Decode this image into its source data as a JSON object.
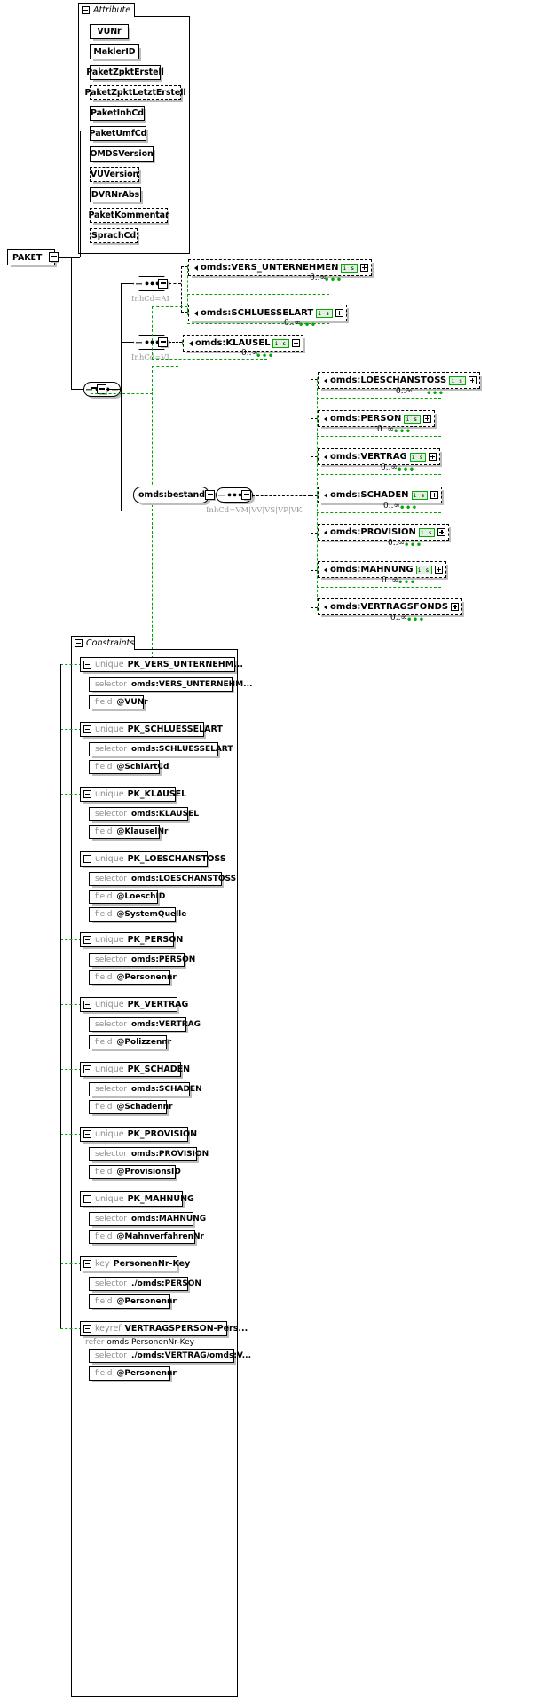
{
  "diagram": {
    "title": "PAKET",
    "root": {
      "label": "PAKET"
    },
    "attribute_frame": {
      "label": "Attribute",
      "toggle": "minus"
    },
    "attributes": [
      {
        "label": "VUNr",
        "required": true
      },
      {
        "label": "MaklerID",
        "required": true
      },
      {
        "label": "PaketZpktErstell",
        "required": true
      },
      {
        "label": "PaketZpktLetztErstell",
        "required": false
      },
      {
        "label": "PaketInhCd",
        "required": true
      },
      {
        "label": "PaketUmfCd",
        "required": true
      },
      {
        "label": "OMDSVersion",
        "required": true
      },
      {
        "label": "VUVersion",
        "required": false
      },
      {
        "label": "DVRNrAbs",
        "required": true
      },
      {
        "label": "PaketKommentar",
        "required": false
      },
      {
        "label": "SprachCd",
        "required": false
      }
    ],
    "branches": [
      {
        "compositor": "sequence",
        "condition": "InhCd=AI",
        "elements": [
          {
            "label": "omds:VERS_UNTERNEHMEN",
            "type_marker": "i s",
            "occurrence": "0..∞"
          },
          {
            "label": "omds:SCHLUESSELART",
            "type_marker": "i s",
            "occurrence": "0..∞"
          }
        ]
      },
      {
        "compositor": "sequence",
        "condition": "InhCd=VI",
        "elements": [
          {
            "label": "omds:KLAUSEL",
            "type_marker": "i s",
            "occurrence": "0..∞"
          }
        ]
      },
      {
        "compositor": "sequence",
        "group_label": "omds:bestand",
        "condition": "InhCd=VM|VV|VS|VP|VK",
        "elements": [
          {
            "label": "omds:LOESCHANSTOSS",
            "type_marker": "i s",
            "occurrence": "0..∞"
          },
          {
            "label": "omds:PERSON",
            "type_marker": "i s",
            "occurrence": "0..∞"
          },
          {
            "label": "omds:VERTRAG",
            "type_marker": "i s",
            "occurrence": "0..∞"
          },
          {
            "label": "omds:SCHADEN",
            "type_marker": "i s",
            "occurrence": "0..∞"
          },
          {
            "label": "omds:PROVISION",
            "type_marker": "i s",
            "occurrence": "0..∞"
          },
          {
            "label": "omds:MAHNUNG",
            "type_marker": "i s",
            "occurrence": "0..∞"
          },
          {
            "label": "omds:VERTRAGSFONDS",
            "type_marker": "i s",
            "occurrence": "0..∞"
          }
        ]
      }
    ],
    "choice": {
      "label": "choice",
      "toggle": "minus"
    },
    "constraints_frame": {
      "label": "Constraints",
      "toggle": "minus"
    },
    "constraints": [
      {
        "kind": "unique",
        "name": "PK_VERS_UNTERNEHM...",
        "rows": [
          {
            "kw": "selector",
            "val": "omds:VERS_UNTERNEHM..."
          },
          {
            "kw": "field",
            "val": "@VUNr"
          }
        ]
      },
      {
        "kind": "unique",
        "name": "PK_SCHLUESSELART",
        "rows": [
          {
            "kw": "selector",
            "val": "omds:SCHLUESSELART"
          },
          {
            "kw": "field",
            "val": "@SchlArtCd"
          }
        ]
      },
      {
        "kind": "unique",
        "name": "PK_KLAUSEL",
        "rows": [
          {
            "kw": "selector",
            "val": "omds:KLAUSEL"
          },
          {
            "kw": "field",
            "val": "@KlauselNr"
          }
        ]
      },
      {
        "kind": "unique",
        "name": "PK_LOESCHANSTOSS",
        "rows": [
          {
            "kw": "selector",
            "val": "omds:LOESCHANSTOSS"
          },
          {
            "kw": "field",
            "val": "@LoeschID"
          },
          {
            "kw": "field",
            "val": "@SystemQuelle"
          }
        ]
      },
      {
        "kind": "unique",
        "name": "PK_PERSON",
        "rows": [
          {
            "kw": "selector",
            "val": "omds:PERSON"
          },
          {
            "kw": "field",
            "val": "@Personennr"
          }
        ]
      },
      {
        "kind": "unique",
        "name": "PK_VERTRAG",
        "rows": [
          {
            "kw": "selector",
            "val": "omds:VERTRAG"
          },
          {
            "kw": "field",
            "val": "@Polizzennr"
          }
        ]
      },
      {
        "kind": "unique",
        "name": "PK_SCHADEN",
        "rows": [
          {
            "kw": "selector",
            "val": "omds:SCHADEN"
          },
          {
            "kw": "field",
            "val": "@Schadennr"
          }
        ]
      },
      {
        "kind": "unique",
        "name": "PK_PROVISION",
        "rows": [
          {
            "kw": "selector",
            "val": "omds:PROVISION"
          },
          {
            "kw": "field",
            "val": "@ProvisionsID"
          }
        ]
      },
      {
        "kind": "unique",
        "name": "PK_MAHNUNG",
        "rows": [
          {
            "kw": "selector",
            "val": "omds:MAHNUNG"
          },
          {
            "kw": "field",
            "val": "@MahnverfahrenNr"
          }
        ]
      },
      {
        "kind": "key",
        "name": "PersonenNr-Key",
        "rows": [
          {
            "kw": "selector",
            "val": "./omds:PERSON"
          },
          {
            "kw": "field",
            "val": "@Personennr"
          }
        ]
      },
      {
        "kind": "keyref",
        "name": "VERTRAGSPERSON-Pers...",
        "refer_kw": "refer",
        "refer_val": "omds:PersonenNr-Key",
        "rows": [
          {
            "kw": "selector",
            "val": "./omds:VERTRAG/omds:V..."
          },
          {
            "kw": "field",
            "val": "@Personennr"
          }
        ]
      }
    ],
    "colors": {
      "accent_green": "#00a000",
      "type_marker_bg": "#dff2df",
      "muted": "#8c8c8c"
    }
  }
}
